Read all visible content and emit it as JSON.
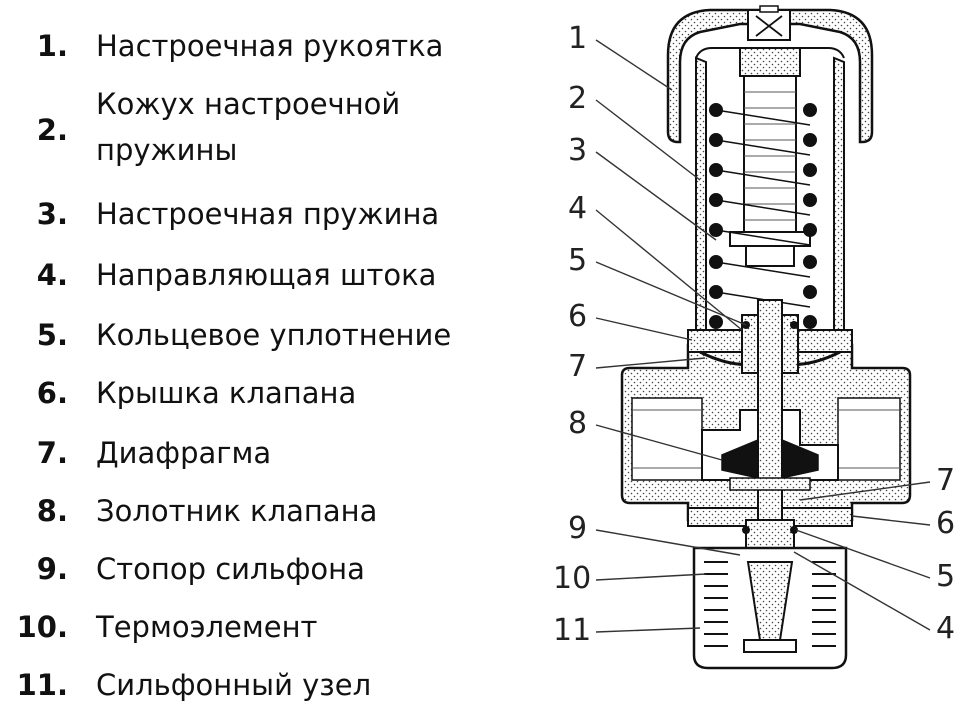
{
  "legend": [
    {
      "num": "1.",
      "lines": [
        "Настроечная рукоятка"
      ]
    },
    {
      "num": "2.",
      "lines": [
        "Кожух настроечной",
        "пружины"
      ]
    },
    {
      "num": "3.",
      "lines": [
        "Настроечная пружина"
      ]
    },
    {
      "num": "4.",
      "lines": [
        "Направляющая штока"
      ]
    },
    {
      "num": "5.",
      "lines": [
        "Кольцевое уплотнение"
      ]
    },
    {
      "num": "6.",
      "lines": [
        "Крышка клапана"
      ]
    },
    {
      "num": "7.",
      "lines": [
        "Диафрагма"
      ]
    },
    {
      "num": "8.",
      "lines": [
        "Золотник  клапана"
      ]
    },
    {
      "num": "9.",
      "lines": [
        "Стопор сильфона"
      ]
    },
    {
      "num": "10.",
      "lines": [
        "Термоэлемент"
      ]
    },
    {
      "num": "11.",
      "lines": [
        "Сильфонный узел"
      ]
    }
  ],
  "callouts": [
    "1",
    "2",
    "3",
    "4",
    "5",
    "6",
    "7",
    "8",
    "9",
    "10",
    "11",
    "7",
    "6",
    "5",
    "4"
  ]
}
